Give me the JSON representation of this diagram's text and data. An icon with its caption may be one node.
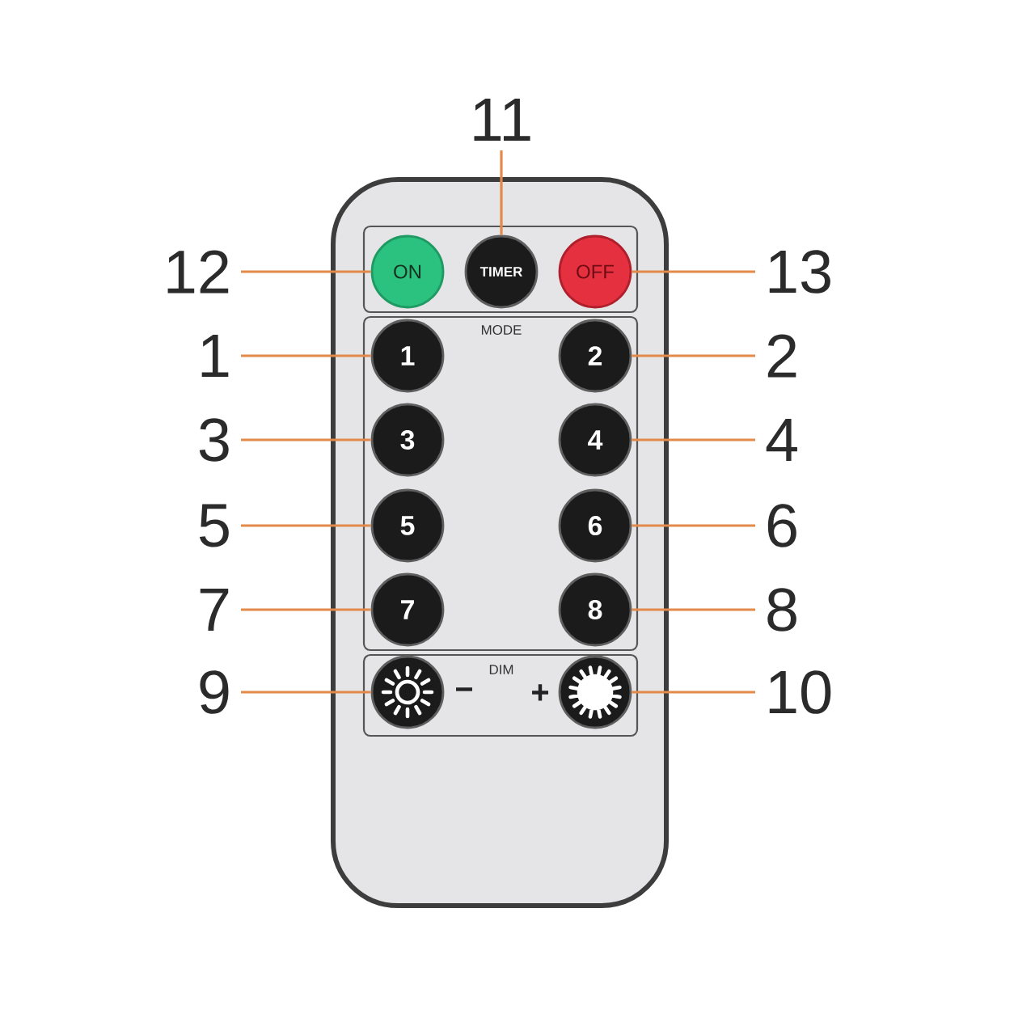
{
  "diagram": {
    "nodes": [
      {
        "text": [],
        "shape": "box"
      },
      {
        "text": [],
        "shape": "box",
        "in": 0
      },
      {
        "text": [
          "ON"
        ],
        "in": 1
      },
      {
        "text": [
          "TIMER"
        ],
        "in": 1
      },
      {
        "text": [
          "OFF"
        ],
        "in": 1
      },
      {
        "text": [
          "MODE"
        ],
        "in": 0
      },
      {
        "text": [
          "1"
        ],
        "in": 5
      },
      {
        "text": [
          "2"
        ],
        "in": 5
      },
      {
        "text": [
          "3"
        ],
        "in": 5
      },
      {
        "text": [
          "4"
        ],
        "in": 5
      },
      {
        "text": [
          "5"
        ],
        "in": 5
      },
      {
        "text": [
          "6"
        ],
        "in": 5
      },
      {
        "text": [
          "7"
        ],
        "in": 5
      },
      {
        "text": [
          "8"
        ],
        "in": 5
      },
      {
        "text": [
          "DIM"
        ],
        "in": 0
      },
      {
        "text": [],
        "shape": "circle",
        "in": 14,
        "beside": [
          "−"
        ]
      },
      {
        "text": [],
        "shape": "circle",
        "in": 14,
        "beside": [
          "+"
        ]
      },
      {
        "text": [
          "11"
        ]
      },
      {
        "text": [
          "12"
        ]
      },
      {
        "text": [
          "13"
        ]
      },
      {
        "text": [
          "1"
        ]
      },
      {
        "text": [
          "2"
        ]
      },
      {
        "text": [
          "3"
        ]
      },
      {
        "text": [
          "4"
        ]
      },
      {
        "text": [
          "5"
        ]
      },
      {
        "text": [
          "6"
        ]
      },
      {
        "text": [
          "7"
        ]
      },
      {
        "text": [
          "8"
        ]
      },
      {
        "text": [
          "9"
        ]
      },
      {
        "text": [
          "10"
        ]
      }
    ],
    "edges": [
      {
        "from": 17,
        "to": 3,
        "arrow": "none"
      },
      {
        "from": 18,
        "to": 2,
        "arrow": "none"
      },
      {
        "from": 19,
        "to": 4,
        "arrow": "none"
      },
      {
        "from": 20,
        "to": 6,
        "arrow": "none"
      },
      {
        "from": 21,
        "to": 7,
        "arrow": "none"
      },
      {
        "from": 22,
        "to": 8,
        "arrow": "none"
      },
      {
        "from": 23,
        "to": 9,
        "arrow": "none"
      },
      {
        "from": 24,
        "to": 10,
        "arrow": "none"
      },
      {
        "from": 25,
        "to": 11,
        "arrow": "none"
      },
      {
        "from": 26,
        "to": 12,
        "arrow": "none"
      },
      {
        "from": 27,
        "to": 13,
        "arrow": "none"
      },
      {
        "from": 28,
        "to": 15,
        "arrow": "none"
      },
      {
        "from": 29,
        "to": 16,
        "arrow": "none"
      }
    ]
  }
}
